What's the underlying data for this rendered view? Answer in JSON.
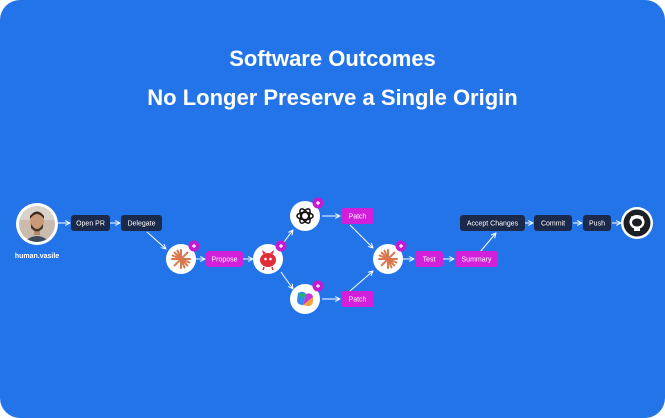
{
  "title_line1": "Software Outcomes",
  "title_line2": "No Longer Preserve a Single Origin",
  "user": {
    "name": "human.vasile"
  },
  "steps": {
    "open_pr": "Open PR",
    "delegate": "Delegate",
    "propose": "Propose",
    "patch_top": "Patch",
    "patch_bottom": "Patch",
    "test": "Test",
    "summary": "Summary",
    "accept_changes": "Accept Changes",
    "commit": "Commit",
    "push": "Push"
  },
  "icons": {
    "agent_a": "claude-sparkle-icon",
    "agent_b": "red-bird-agent-icon",
    "agent_c": "openai-knot-icon",
    "agent_d": "copilot-icon",
    "agent_e": "claude-sparkle-icon",
    "end": "github-icon",
    "badge": "sparkle-plus-icon"
  },
  "colors": {
    "background": "#2374e8",
    "dark_pill": "#1b2a4a",
    "agent_pill": "#d21fd9",
    "badge": "#c41bd1"
  }
}
